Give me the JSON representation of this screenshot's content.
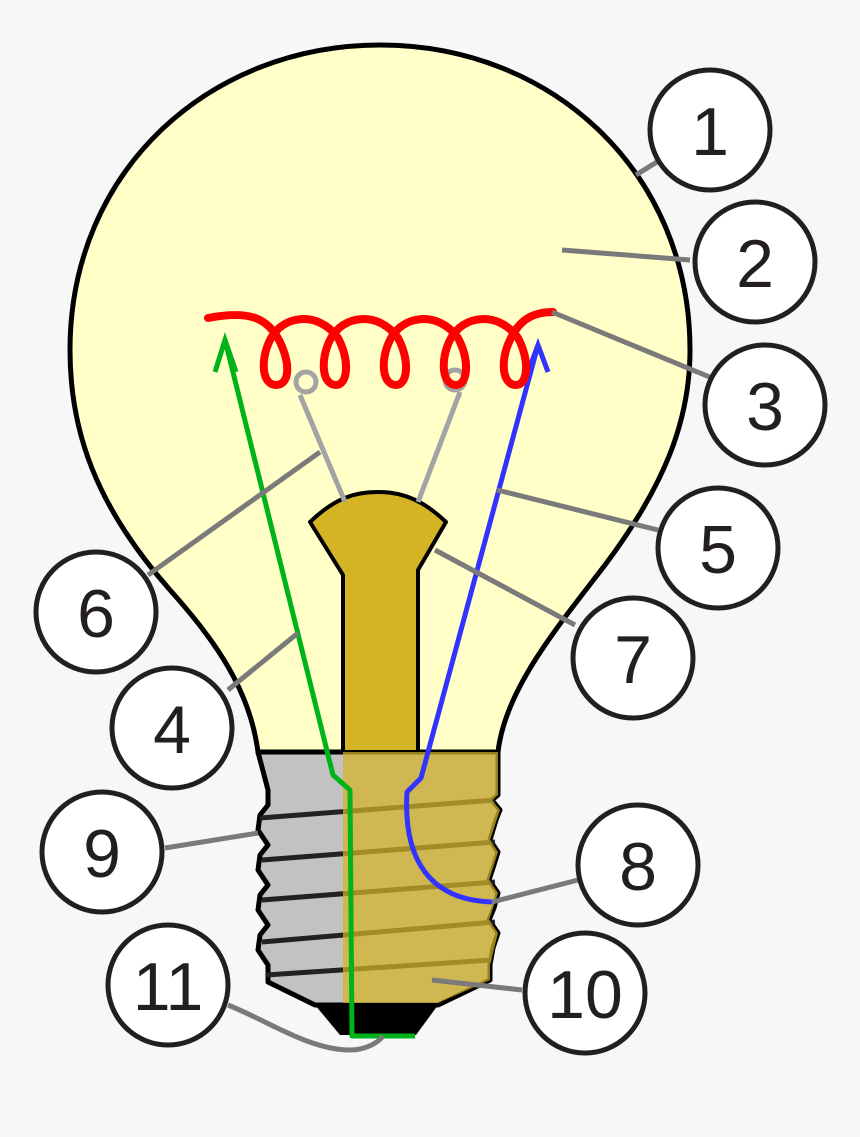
{
  "diagram": {
    "labels": [
      {
        "id": "label-1",
        "text": "1"
      },
      {
        "id": "label-2",
        "text": "2"
      },
      {
        "id": "label-3",
        "text": "3"
      },
      {
        "id": "label-4",
        "text": "4"
      },
      {
        "id": "label-5",
        "text": "5"
      },
      {
        "id": "label-6",
        "text": "6"
      },
      {
        "id": "label-7",
        "text": "7"
      },
      {
        "id": "label-8",
        "text": "8"
      },
      {
        "id": "label-9",
        "text": "9"
      },
      {
        "id": "label-10",
        "text": "10"
      },
      {
        "id": "label-11",
        "text": "11"
      }
    ]
  },
  "colors": {
    "background": "#f7f7f7",
    "glass": "#ffffc7",
    "outline": "#000000",
    "filament": "#ff0000",
    "lead_left": "#00b31a",
    "lead_right": "#3333ff",
    "support_wires": "#a3a3a3",
    "stem": "#d4b425",
    "base_thread": "#c2c2c2",
    "leader_lines": "#7a7a7a",
    "callout_ring": "#231f20"
  }
}
